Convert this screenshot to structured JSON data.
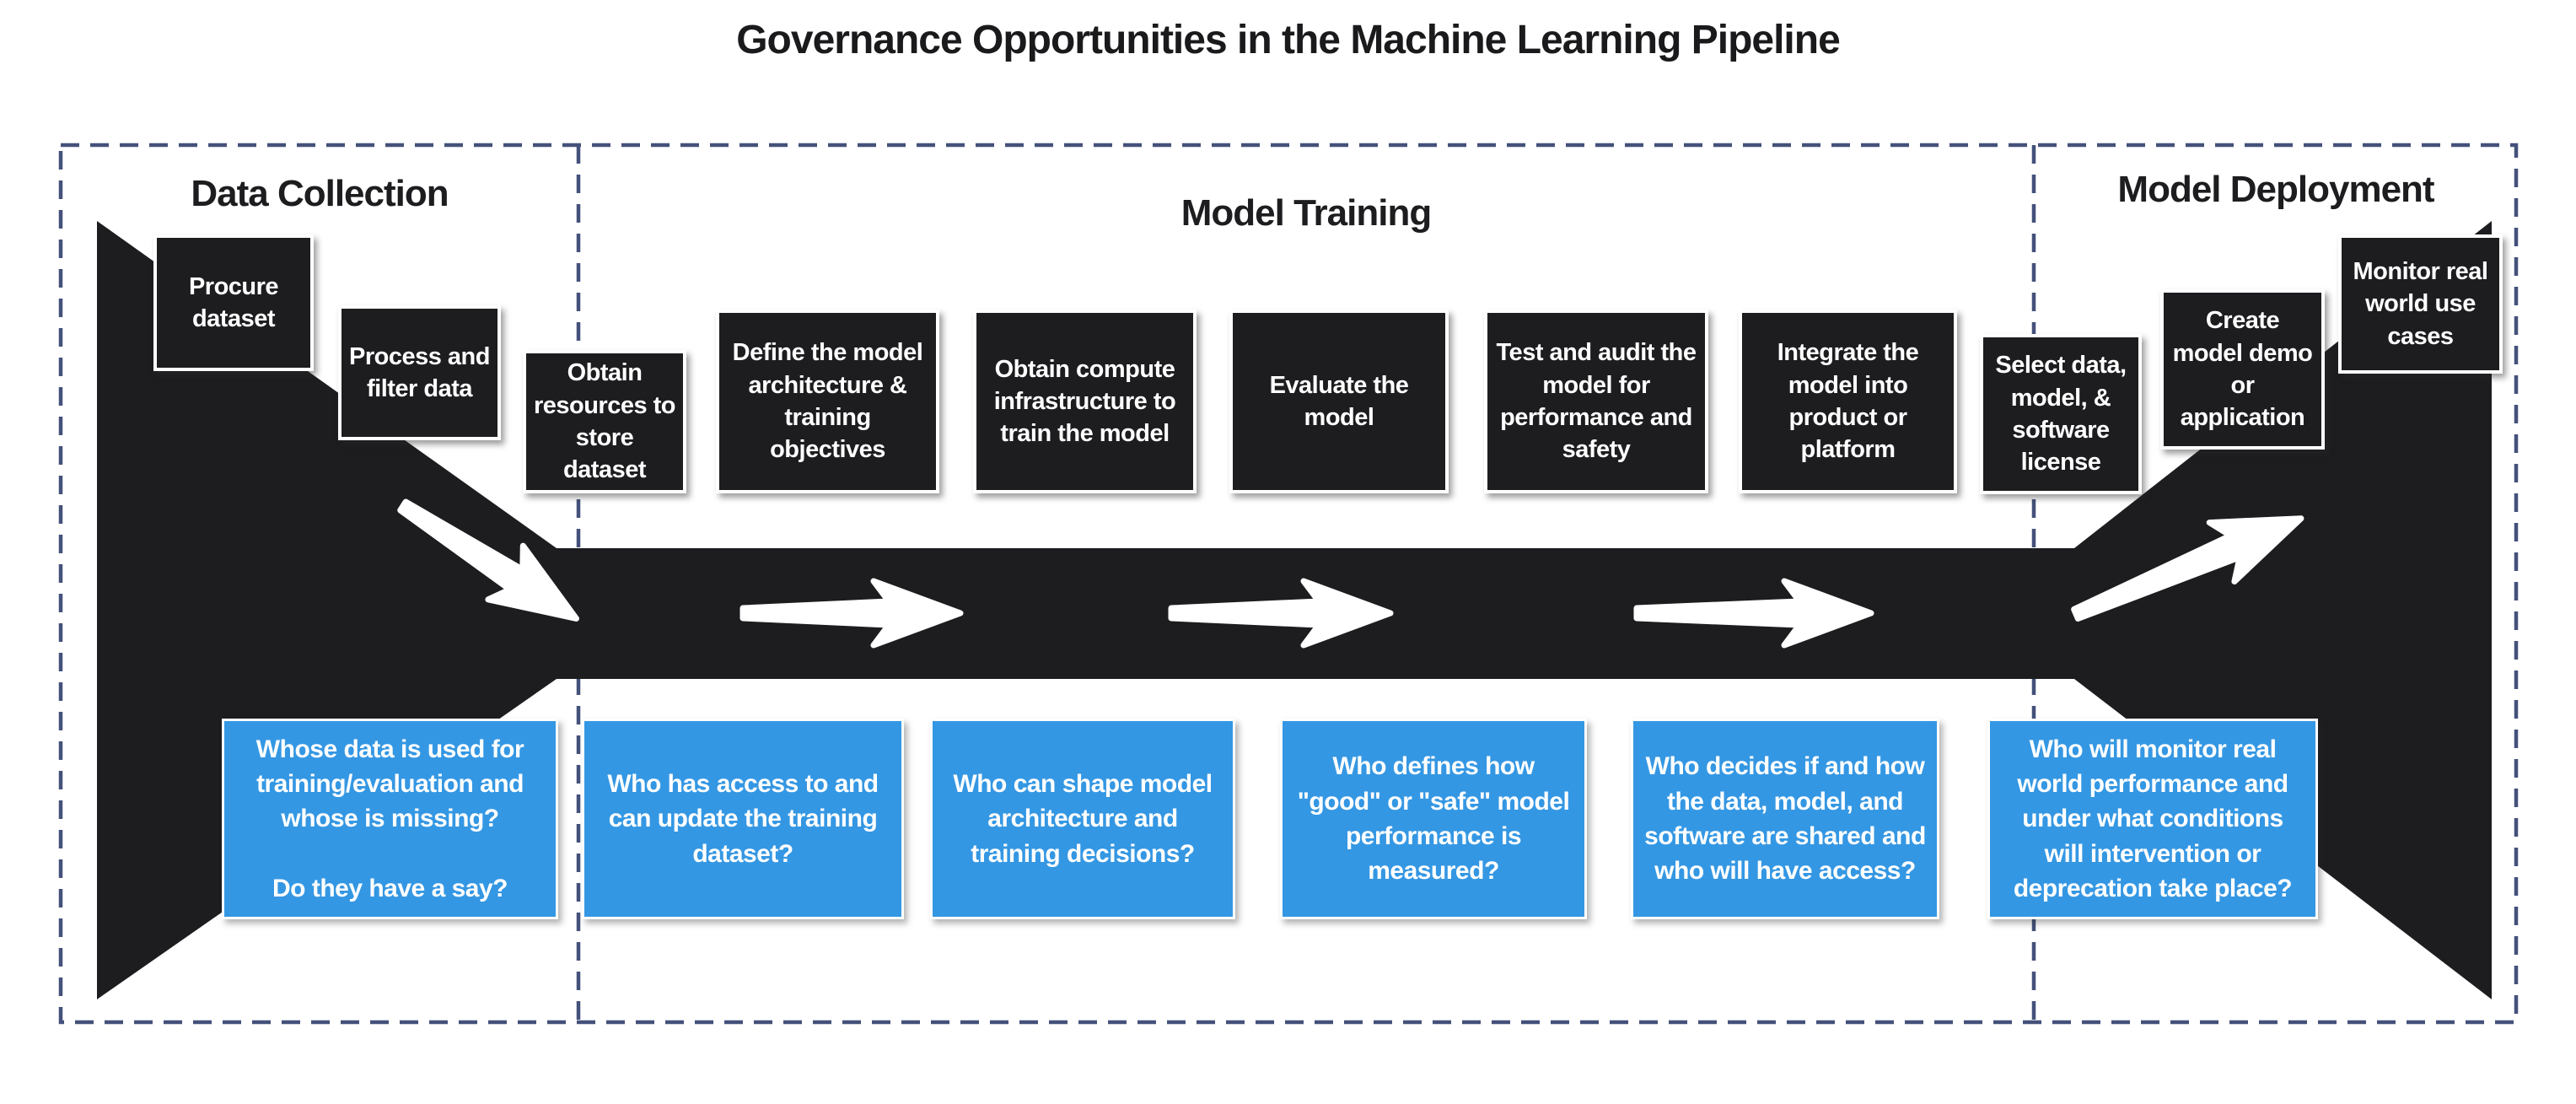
{
  "title": "Governance Opportunities in the Machine Learning Pipeline",
  "sections": {
    "data_collection": "Data Collection",
    "model_training": "Model Training",
    "model_deployment": "Model Deployment"
  },
  "steps": [
    {
      "label": "Procure dataset"
    },
    {
      "label": "Process and filter data"
    },
    {
      "label": "Obtain resources to store dataset"
    },
    {
      "label": "Define the model architecture & training objectives"
    },
    {
      "label": "Obtain compute infrastructure to train the model"
    },
    {
      "label": "Evaluate the model"
    },
    {
      "label": "Test and audit the model for performance and safety"
    },
    {
      "label": "Integrate the model into product or platform"
    },
    {
      "label": "Select data, model, & software license"
    },
    {
      "label": "Create model demo or application"
    },
    {
      "label": "Monitor real world use cases"
    }
  ],
  "questions": [
    {
      "text": "Whose data is used for training/evaluation and whose is missing?\n\nDo they have a say?"
    },
    {
      "text": "Who has access to and can update the training dataset?"
    },
    {
      "text": "Who can shape model architecture and training decisions?"
    },
    {
      "text": "Who defines how \"good\" or \"safe\" model performance is measured?"
    },
    {
      "text": "Who decides if and how the data, model, and software are shared and who will have access?"
    },
    {
      "text": "Who will monitor real world performance and under what conditions will intervention or deprecation take place?"
    }
  ],
  "colors": {
    "pipeline_black": "#1d1d20",
    "question_blue": "#3497e3",
    "dashed_border": "#44517a",
    "arrow_white": "#ffffff",
    "background": "#ffffff"
  }
}
